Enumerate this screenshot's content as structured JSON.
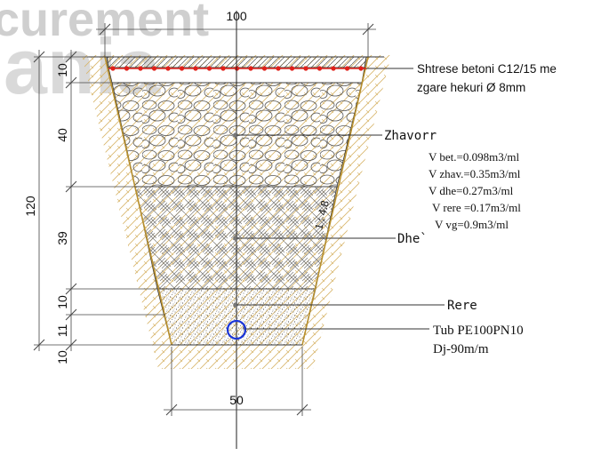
{
  "watermark": {
    "line1": "curement",
    "line2": "ania"
  },
  "dimensions": {
    "top_width": "100",
    "bottom_width": "50",
    "total_depth": "120",
    "layer_concrete": "10",
    "layer_gravel": "40",
    "layer_soil": "39",
    "layer_sand_top": "10",
    "layer_sand_mid": "11",
    "layer_sand_bottom": "10",
    "slope_ratio": "1 : 4.8"
  },
  "labels": {
    "concrete_line1": "Shtrese betoni C12/15 me",
    "concrete_line2": "zgare hekuri Ø 8mm",
    "gravel": "Zhavorr",
    "soil": "Dhe`",
    "sand": "Rere",
    "pipe_line1": "Tub PE100PN10",
    "pipe_line2": "Dj-90m/m"
  },
  "volumes": [
    "V bet.=0.098m3/ml",
    "V zhav.=0.35m3/ml",
    "V dhe=0.27m3/ml",
    "V rere =0.17m3/ml",
    "V vg=0.9m3/ml"
  ],
  "colors": {
    "rebar": "#e0201a",
    "pipe": "#1a35d8",
    "hatch": "#d8b56a",
    "trench_edge": "#b8902e"
  }
}
